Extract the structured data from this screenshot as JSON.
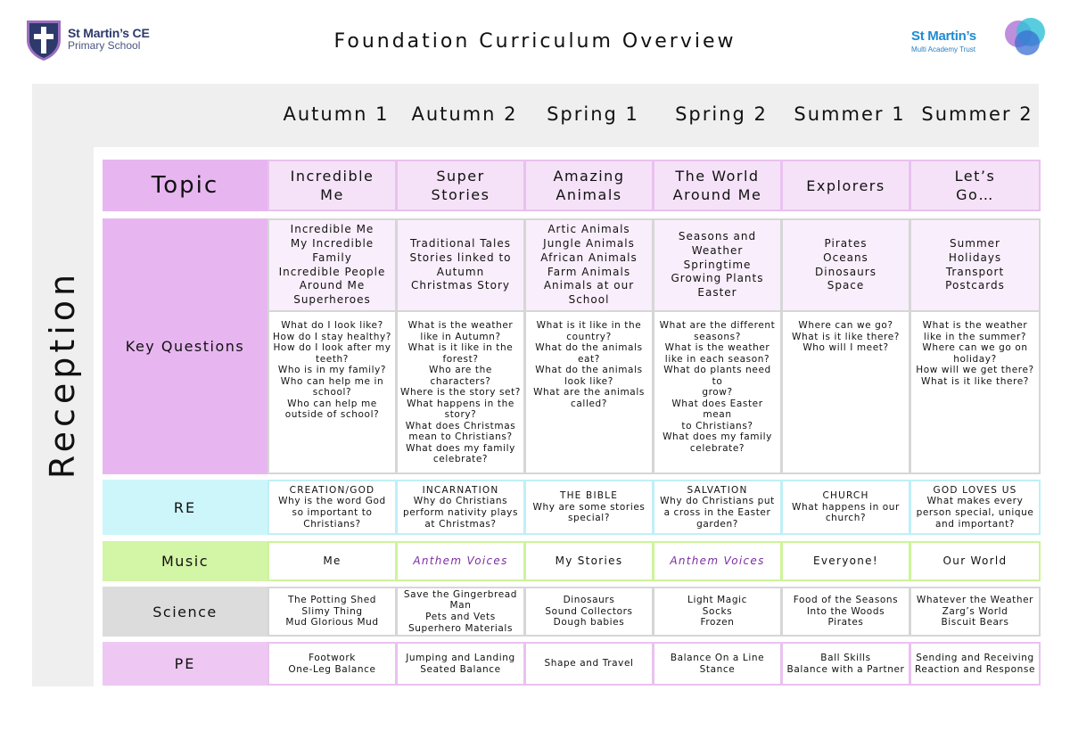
{
  "logo_left": {
    "line1": "St Martin’s CE",
    "line2": "Primary School"
  },
  "title": "Foundation  Curriculum  Overview",
  "logo_right": {
    "line1": "St Martin’s",
    "line2": "Multi Academy Trust"
  },
  "year_group": "Reception",
  "terms": [
    "Autumn 1",
    "Autumn 2",
    "Spring 1",
    "Spring 2",
    "Summer 1",
    "Summer 2"
  ],
  "colors": {
    "topic": "#e7b6f0",
    "re": "#cdf6fb",
    "music": "#d3f5a6",
    "science": "#dcdcdc",
    "pe": "#eec8f3",
    "music_purple": "#7b2ea3"
  },
  "topic": {
    "label": "Topic",
    "cells": [
      [
        "Incredible",
        "Me"
      ],
      [
        "Super",
        "Stories"
      ],
      [
        "Amazing",
        "Animals"
      ],
      [
        "The World",
        "Around  Me"
      ],
      [
        "Explorers"
      ],
      [
        "Let’s",
        "Go…"
      ]
    ]
  },
  "key_questions": {
    "label": "Key Questions",
    "themes": [
      [
        "Incredible Me",
        "My Incredible",
        "Family",
        "Incredible People",
        "Around Me",
        "Superheroes"
      ],
      [
        "Traditional Tales",
        "Stories linked to",
        "Autumn",
        "Christmas Story"
      ],
      [
        "Artic Animals",
        "Jungle Animals",
        "African Animals",
        "Farm Animals",
        "Animals at our",
        "School"
      ],
      [
        "Seasons and",
        "Weather",
        "Springtime",
        "Growing Plants",
        "Easter"
      ],
      [
        "Pirates",
        "Oceans",
        "Dinosaurs",
        "Space"
      ],
      [
        "Summer",
        "Holidays",
        "Transport",
        "Postcards"
      ]
    ],
    "questions": [
      [
        "What do I look like?",
        "How do I stay healthy?",
        "How do I look after my",
        "teeth?",
        "Who is in my family?",
        "Who can help me in",
        "school?",
        "Who can help me",
        "outside of school?"
      ],
      [
        "What is the weather",
        "like in Autumn?",
        "What is it like in the",
        "forest?",
        "Who are the",
        "characters?",
        "Where is the story set?",
        "What happens in the",
        "story?",
        "What does Christmas",
        "mean to Christians?",
        "What does my family",
        "celebrate?"
      ],
      [
        "What is it like in the",
        "country?",
        "What do the animals",
        "eat?",
        "What do the animals",
        "look like?",
        "What are the animals",
        "called?"
      ],
      [
        "What are the different",
        "seasons?",
        "What is the weather",
        "like in each season?",
        "What do plants need to",
        "grow?",
        "What does Easter mean",
        "to Christians?",
        "What does my family",
        "celebrate?"
      ],
      [
        "Where can we go?",
        "What is it like there?",
        "Who will I meet?"
      ],
      [
        "What is the weather",
        "like in the summer?",
        "Where can we go on",
        "holiday?",
        "How will we get there?",
        "What is it like there?"
      ]
    ]
  },
  "re": {
    "label": "RE",
    "cells": [
      {
        "heading": "CREATION/GOD",
        "lines": [
          "Why is the word God",
          "so important to",
          "Christians?"
        ]
      },
      {
        "heading": "INCARNATION",
        "lines": [
          "Why do Christians",
          "perform nativity plays",
          "at Christmas?"
        ]
      },
      {
        "heading": "THE BIBLE",
        "lines": [
          "Why are some stories",
          "special?"
        ]
      },
      {
        "heading": "SALVATION",
        "lines": [
          "Why do Christians put",
          "a cross in the Easter",
          "garden?"
        ]
      },
      {
        "heading": "CHURCH",
        "lines": [
          "What happens in our",
          "church?"
        ]
      },
      {
        "heading": "GOD LOVES US",
        "lines": [
          "What makes every",
          "person special, unique",
          "and important?"
        ]
      }
    ]
  },
  "music": {
    "label": "Music",
    "cells": [
      "Me",
      "Anthem  Voices",
      "My Stories",
      "Anthem  Voices",
      "Everyone!",
      "Our World"
    ]
  },
  "science": {
    "label": "Science",
    "cells": [
      [
        "The Potting Shed",
        "Slimy Thing",
        "Mud Glorious Mud"
      ],
      [
        "Save the Gingerbread",
        "Man",
        "Pets and Vets",
        "Superhero Materials"
      ],
      [
        "Dinosaurs",
        "Sound Collectors",
        "Dough babies"
      ],
      [
        "Light Magic",
        "Socks",
        "Frozen"
      ],
      [
        "Food of the Seasons",
        "Into the Woods",
        "Pirates"
      ],
      [
        "Whatever the Weather",
        "Zarg’s World",
        "Biscuit Bears"
      ]
    ]
  },
  "pe": {
    "label": "PE",
    "cells": [
      [
        "Footwork",
        "One-Leg Balance"
      ],
      [
        "Jumping and Landing",
        "Seated Balance"
      ],
      [
        "Shape and Travel"
      ],
      [
        "Balance On a Line",
        "Stance"
      ],
      [
        "Ball Skills",
        "Balance with a Partner"
      ],
      [
        "Sending and Receiving",
        "Reaction and Response"
      ]
    ]
  }
}
